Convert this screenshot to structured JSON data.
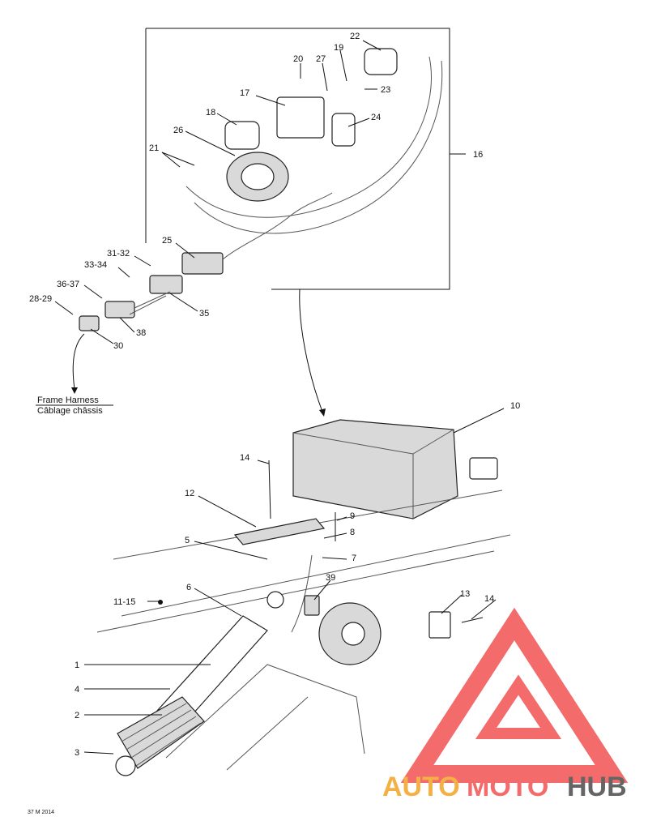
{
  "frame_harness": {
    "line1": "Frame Harness",
    "line2": "Câblage châssis"
  },
  "footer_code": "37 M 2014",
  "watermark": {
    "part1": "AUTO",
    "part2": "MOTO",
    "part3": "HUB",
    "color_red": "#f25c5c",
    "color_orange": "#f2a830",
    "color_grey": "#555555"
  },
  "callouts": {
    "c22": "22",
    "c20": "20",
    "c27": "27",
    "c19": "19",
    "c23": "23",
    "c17": "17",
    "c18": "18",
    "c24": "24",
    "c26": "26",
    "c21": "21",
    "c16": "16",
    "c25": "25",
    "c31_32": "31-32",
    "c33_34": "33-34",
    "c36_37": "36-37",
    "c28_29": "28-29",
    "c35": "35",
    "c38": "38",
    "c30": "30",
    "c10": "10",
    "c14a": "14",
    "c12": "12",
    "c9": "9",
    "c8": "8",
    "c5": "5",
    "c7": "7",
    "c6": "6",
    "c39": "39",
    "c11_15": "11-15",
    "c13": "13",
    "c14b": "14",
    "c1": "1",
    "c4": "4",
    "c2": "2",
    "c3": "3"
  }
}
